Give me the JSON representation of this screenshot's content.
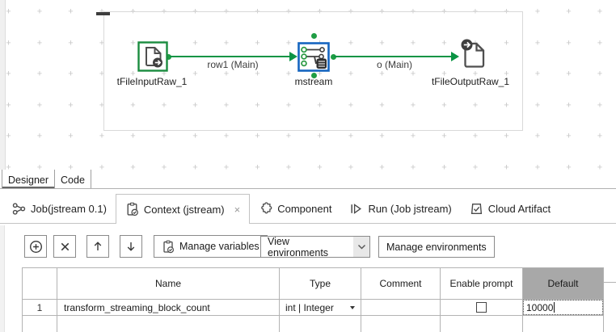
{
  "canvas": {
    "components": [
      {
        "label": "tFileInputRaw_1"
      },
      {
        "label": "mstream"
      },
      {
        "label": "tFileOutputRaw_1"
      }
    ],
    "connections": [
      {
        "label": "row1 (Main)"
      },
      {
        "label": "o (Main)"
      }
    ]
  },
  "editor_tabs": {
    "designer": "Designer",
    "code": "Code"
  },
  "view_tabs": {
    "job": "Job(jstream 0.1)",
    "context": "Context (jstream)",
    "context_close": "×",
    "component": "Component",
    "run": "Run (Job jstream)",
    "cloud": "Cloud Artifact"
  },
  "toolbar": {
    "manage_variables": "Manage variables",
    "view_environments": "View environments",
    "manage_environments": "Manage environments"
  },
  "table": {
    "headers": {
      "index": "",
      "name": "Name",
      "type": "Type",
      "comment": "Comment",
      "enable_prompt": "Enable prompt",
      "default": "Default"
    },
    "selected_column": "Default",
    "rows": [
      {
        "index": "1",
        "name": "transform_streaming_block_count",
        "type": "int | Integer",
        "comment": "",
        "enable_prompt_checked": false,
        "default": "10000"
      }
    ]
  },
  "icons": {
    "job-icon": "branch nodes",
    "context-icon": "clipboard with check",
    "component-icon": "puzzle piece",
    "run-icon": "play",
    "cloud-artifact-icon": "box with check",
    "add-icon": "plus in circle",
    "delete-icon": "x",
    "move-up-icon": "arrow up",
    "move-down-icon": "arrow down",
    "chevron-down-icon": "chevron down"
  },
  "colors": {
    "talend_green": "#0b9444",
    "component_green": "#1a8c3f",
    "selection_blue": "#1565c0",
    "selected_header_gray": "#a8a8a8",
    "grid_gray": "#c6c6c6"
  }
}
